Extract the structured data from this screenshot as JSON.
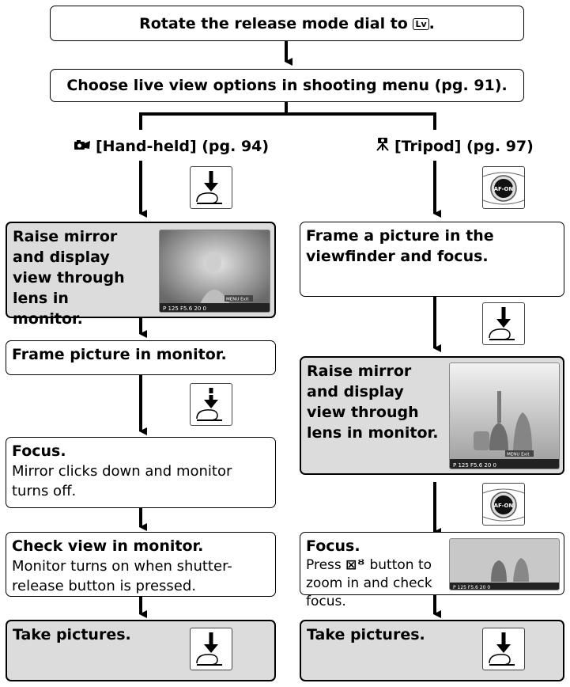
{
  "top_box": {
    "text": "Rotate the release mode dial to",
    "lv_glyph": "Lv",
    "end": "."
  },
  "options_box": {
    "text": "Choose live view options in shooting menu (pg. 91)."
  },
  "left_label": {
    "icon": "hand-held-icon",
    "text": "[Hand-held] (pg. 94)"
  },
  "right_label": {
    "icon": "tripod-icon",
    "text": "[Tripod] (pg. 97)"
  },
  "left_steps": [
    {
      "title": "Raise mirror and display view through lens in monitor."
    },
    {
      "title": "Frame picture in monitor."
    },
    {
      "title": "Focus.",
      "desc": "Mirror clicks down and monitor turns off."
    },
    {
      "title": "Check view in monitor.",
      "desc": "Monitor turns on when shutter-release button is pressed."
    },
    {
      "title": "Take pictures."
    }
  ],
  "right_steps": [
    {
      "title": "Frame a picture in the viewfinder and focus."
    },
    {
      "title": "Raise mirror and display view through lens in monitor."
    },
    {
      "title": "Focus.",
      "desc_pre": "Press",
      "desc_glyph": "⊠ᴽ",
      "desc_post": "button to zoom in and check focus."
    },
    {
      "title": "Take pictures."
    }
  ],
  "afon_label": "AF-ON",
  "monitor_status": "P  125  F5.6   20 0",
  "monitor_menu": "MENU Exit",
  "colors": {
    "grey_box": "#dcdcdc",
    "border": "#000000"
  }
}
